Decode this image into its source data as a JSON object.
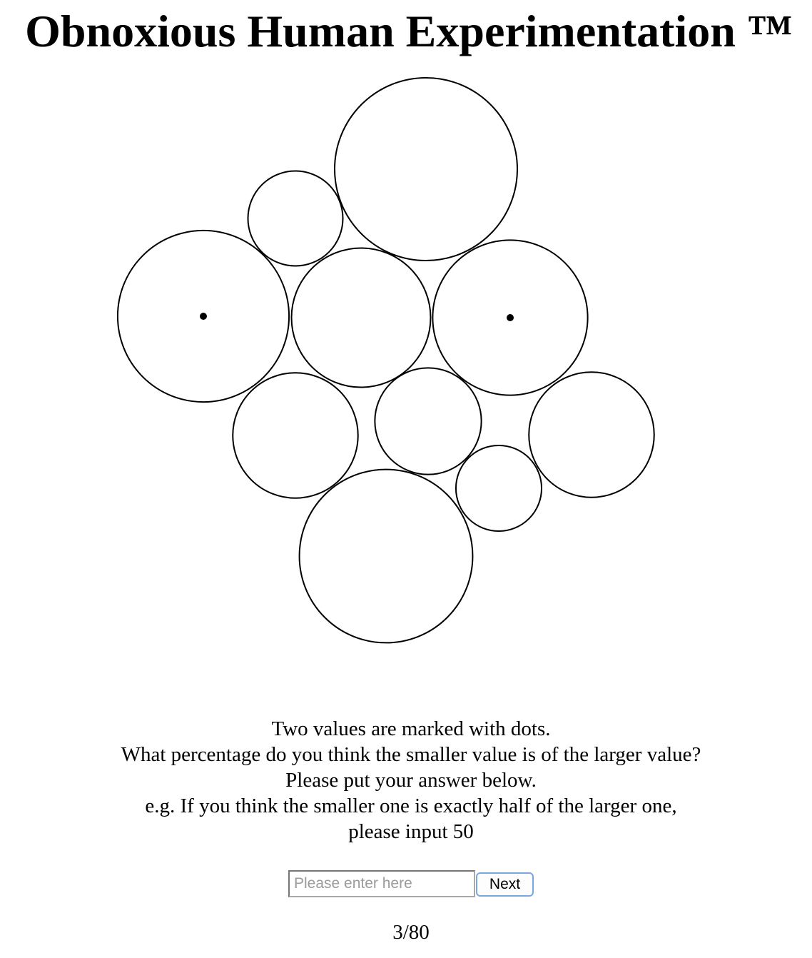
{
  "title": "Obnoxious Human Experimentation ™",
  "chart_data": {
    "type": "bubble",
    "circles": [
      {
        "id": "A",
        "value": 100,
        "marked": false
      },
      {
        "id": "B",
        "value": 27,
        "marked": false
      },
      {
        "id": "C",
        "value": 88,
        "marked": true
      },
      {
        "id": "D",
        "value": 58,
        "marked": false
      },
      {
        "id": "E",
        "value": 72,
        "marked": true
      },
      {
        "id": "F",
        "value": 47,
        "marked": false
      },
      {
        "id": "G",
        "value": 34,
        "marked": false
      },
      {
        "id": "H",
        "value": 47,
        "marked": false
      },
      {
        "id": "I",
        "value": 22,
        "marked": false
      },
      {
        "id": "J",
        "value": 90,
        "marked": false
      }
    ]
  },
  "instructions": {
    "line1": "Two values are marked with dots.",
    "line2": "What percentage do you think the smaller value is of the larger value?",
    "line3": "Please put your answer below.",
    "line4": "e.g. If you think the smaller one is exactly half of the larger one,",
    "line5": "please input 50"
  },
  "form": {
    "input_placeholder": "Please enter here",
    "input_value": "",
    "next_label": "Next"
  },
  "progress": "3/80"
}
